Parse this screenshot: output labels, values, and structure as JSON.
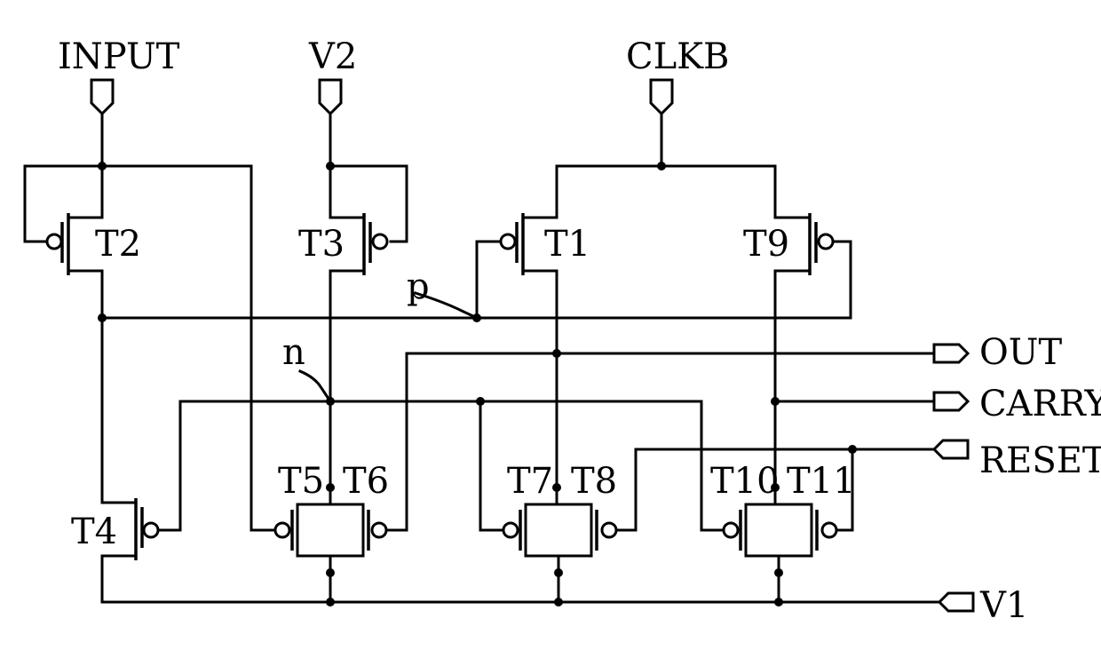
{
  "ports": {
    "input": "INPUT",
    "v2": "V2",
    "clkb": "CLKB",
    "out": "OUT",
    "carry": "CARRY",
    "reset": "RESET",
    "v1": "V1"
  },
  "transistors": {
    "t1": "T1",
    "t2": "T2",
    "t3": "T3",
    "t4": "T4",
    "t5": "T5",
    "t6": "T6",
    "t7": "T7",
    "t8": "T8",
    "t9": "T9",
    "t10": "T10",
    "t11": "T11"
  },
  "nodes": {
    "p": "p",
    "n": "n"
  }
}
